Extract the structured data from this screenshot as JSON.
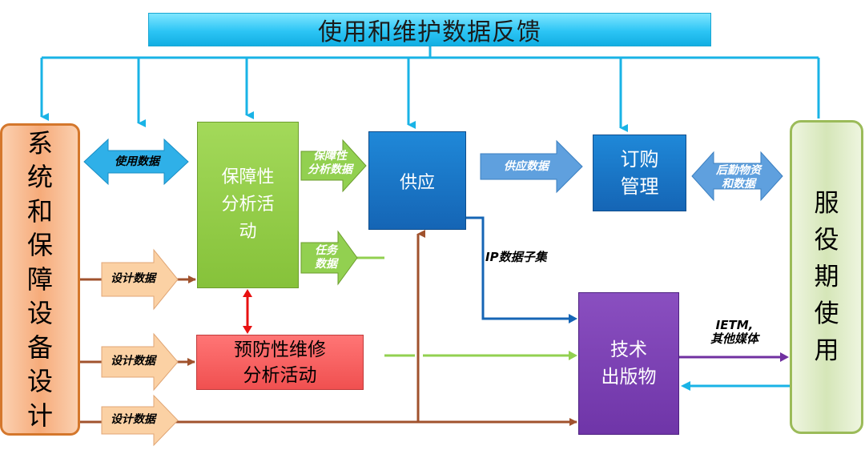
{
  "banner": {
    "text": "使用和维护数据反馈"
  },
  "left_box": {
    "chars": [
      "系",
      "统",
      "和",
      "保",
      "障",
      "设",
      "备",
      "设",
      "计"
    ]
  },
  "right_box": {
    "chars": [
      "服",
      "役",
      "期",
      "使",
      "用"
    ]
  },
  "boxes": {
    "support_analysis": [
      "保障性",
      "分析活",
      "动"
    ],
    "preventive_maintenance": [
      "预防性维修",
      "分析活动"
    ],
    "supply": "供应",
    "ordering": [
      "订购",
      "管理"
    ],
    "tech_pubs": [
      "技术",
      "出版物"
    ]
  },
  "arrow_labels": {
    "usage_data": "使用数据",
    "design_data_1": "设计数据",
    "design_data_2": "设计数据",
    "design_data_3": "设计数据",
    "support_analysis_data": [
      "保障性",
      "分析数据"
    ],
    "task_data": [
      "任务",
      "数据"
    ],
    "supply_data": "供应数据",
    "logistics_data": [
      "后勤物资",
      "和数据"
    ]
  },
  "line_labels": {
    "ip_subset": "IP数据子集",
    "ietm": [
      "IETM,",
      "其他媒体"
    ]
  },
  "colors": {
    "cyan": "#19b3e6",
    "brown": "#a0522d",
    "light_green": "#92d050",
    "dark_blue": "#1565b5",
    "purple": "#7030a0",
    "red": "#e81010",
    "orange": "#f6ab7a",
    "peach": "#fbd1a4",
    "sky_blue": "#5fa0de"
  }
}
